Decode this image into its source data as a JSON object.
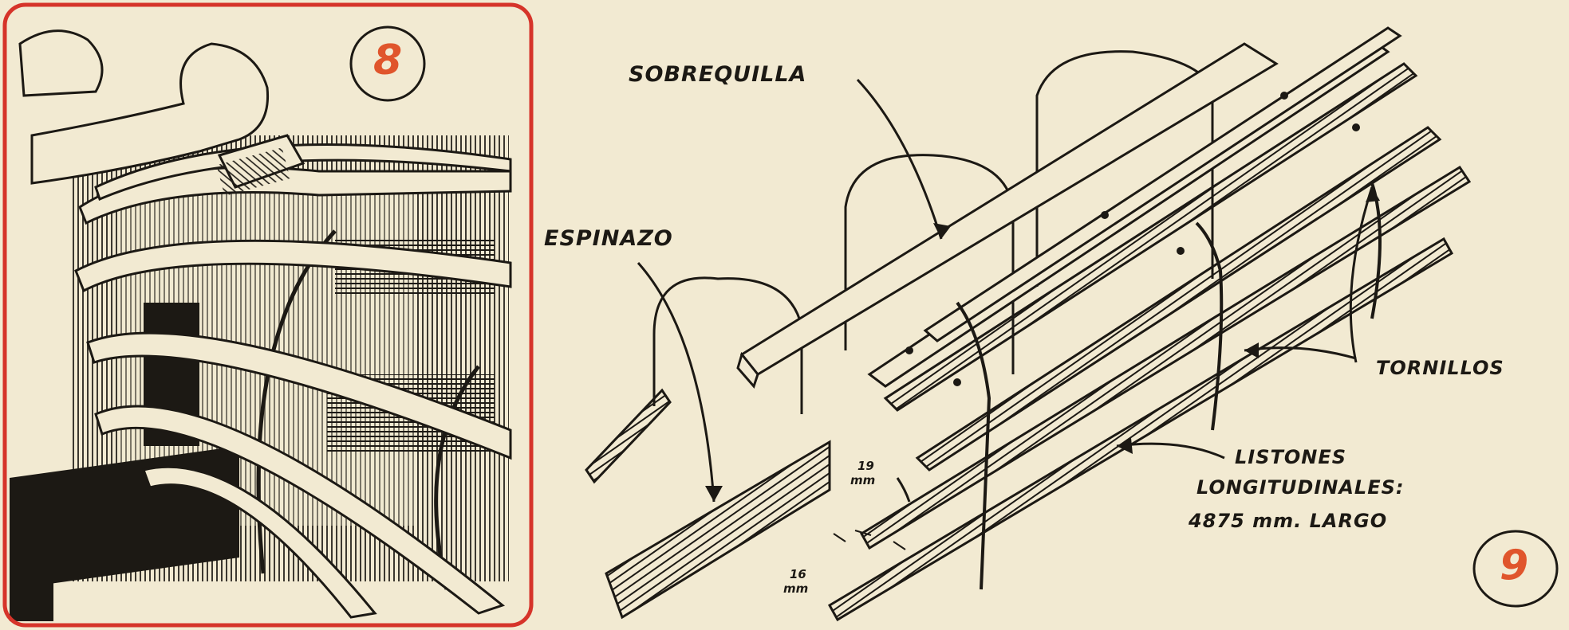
{
  "panel_8": {
    "number": "8"
  },
  "panel_9": {
    "number": "9",
    "labels": {
      "sobrequilla": "SOBREQUILLA",
      "espinazo": "ESPINAZO",
      "tornillos": "TORNILLOS",
      "listones_line1": "LISTONES",
      "listones_line2": "LONGITUDINALES:",
      "listones_line3": "4875 mm. LARGO",
      "dim_19": "19",
      "dim_19_unit": "mm",
      "dim_16": "16",
      "dim_16_unit": "mm"
    }
  },
  "colors": {
    "paper": "#f2ead2",
    "ink": "#1c1914",
    "frame": "#d6342a",
    "number": "#e0552c"
  }
}
